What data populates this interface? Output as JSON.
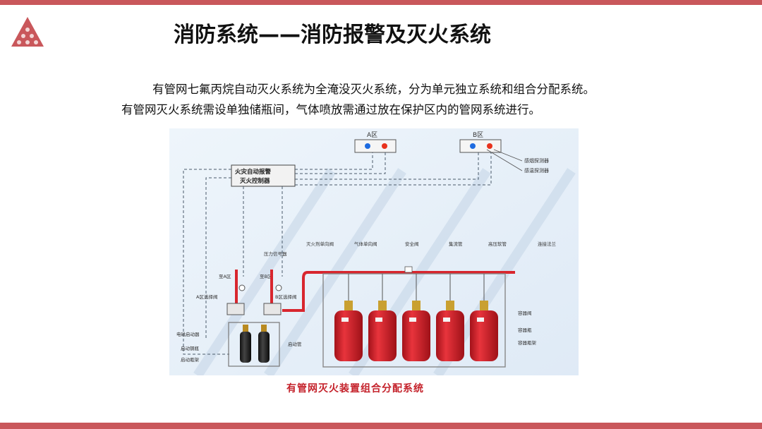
{
  "slide": {
    "title": "消防系统——消防报警及灭火系统",
    "paragraph_line1": "有管网七氟丙烷自动灭火系统为全淹没灭火系统，分为单元独立系统和组合分配系统。",
    "paragraph_line2": "有管网灭火系统需设单独储瓶间，气体喷放需通过放在保护区内的管网系统进行。",
    "accent_color": "#c9575b"
  },
  "diagram": {
    "zone_a": "A区",
    "zone_b": "B区",
    "controller_line1": "火灾自动报警",
    "controller_line2": "灭火控制器",
    "smoke_detector": "感烟探测器",
    "temp_detector": "感温探测器",
    "top_labels": [
      "灭火剂单向阀",
      "气体单向阀",
      "安全阀",
      "集流管",
      "高压软管",
      "连接法兰"
    ],
    "pressure_signal": "压力信号器",
    "to_a": "至A区",
    "to_b": "至B区",
    "valve_a": "A区选择阀",
    "valve_b": "B区选择阀",
    "left_labels": [
      "电磁启动器",
      "启动钢瓶",
      "启动瓶架"
    ],
    "start_pipe": "启动管",
    "right_labels": [
      "容器阀",
      "容器瓶",
      "容器瓶架"
    ],
    "caption": "有管网灭火装置组合分配系统",
    "icons": [
      "red-triangle-logo-icon",
      "red-detector-dot-icon",
      "blue-detector-dot-icon"
    ]
  }
}
